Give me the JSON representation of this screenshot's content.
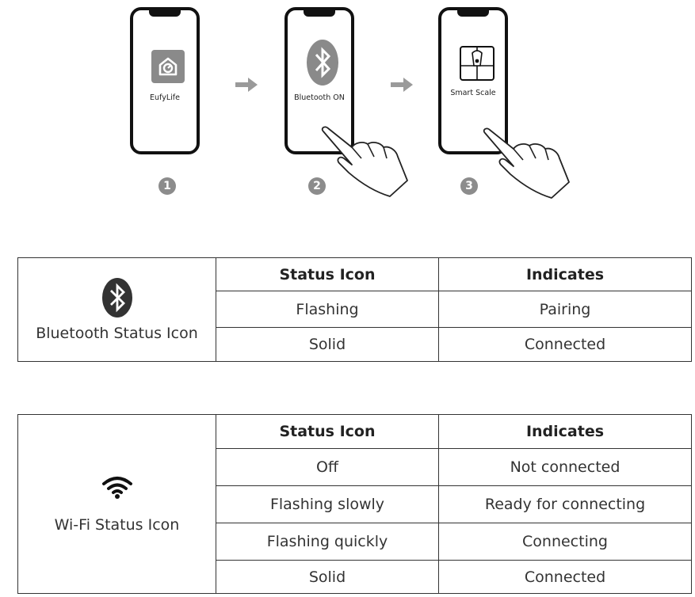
{
  "steps": [
    {
      "number": "1",
      "screen_label": "EufyLife",
      "icon": "eufylife-app-icon"
    },
    {
      "number": "2",
      "screen_label": "Bluetooth ON",
      "icon": "bluetooth-icon"
    },
    {
      "number": "3",
      "screen_label": "Smart Scale",
      "icon": "smart-scale-icon"
    }
  ],
  "bluetooth_table": {
    "icon_label": "Bluetooth Status Icon",
    "headers": [
      "Status Icon",
      "Indicates"
    ],
    "rows": [
      [
        "Flashing",
        "Pairing"
      ],
      [
        "Solid",
        "Connected"
      ]
    ]
  },
  "wifi_table": {
    "icon_label": "Wi-Fi Status Icon",
    "headers": [
      "Status Icon",
      "Indicates"
    ],
    "rows": [
      [
        "Off",
        "Not connected"
      ],
      [
        "Flashing slowly",
        "Ready for connecting"
      ],
      [
        "Flashing quickly",
        "Connecting"
      ],
      [
        "Solid",
        "Connected"
      ]
    ]
  },
  "colors": {
    "step_badge": "#8c8c8c",
    "arrow": "#9a9a9a",
    "app_icon_bg": "#8a8a8a",
    "border": "#333333"
  }
}
